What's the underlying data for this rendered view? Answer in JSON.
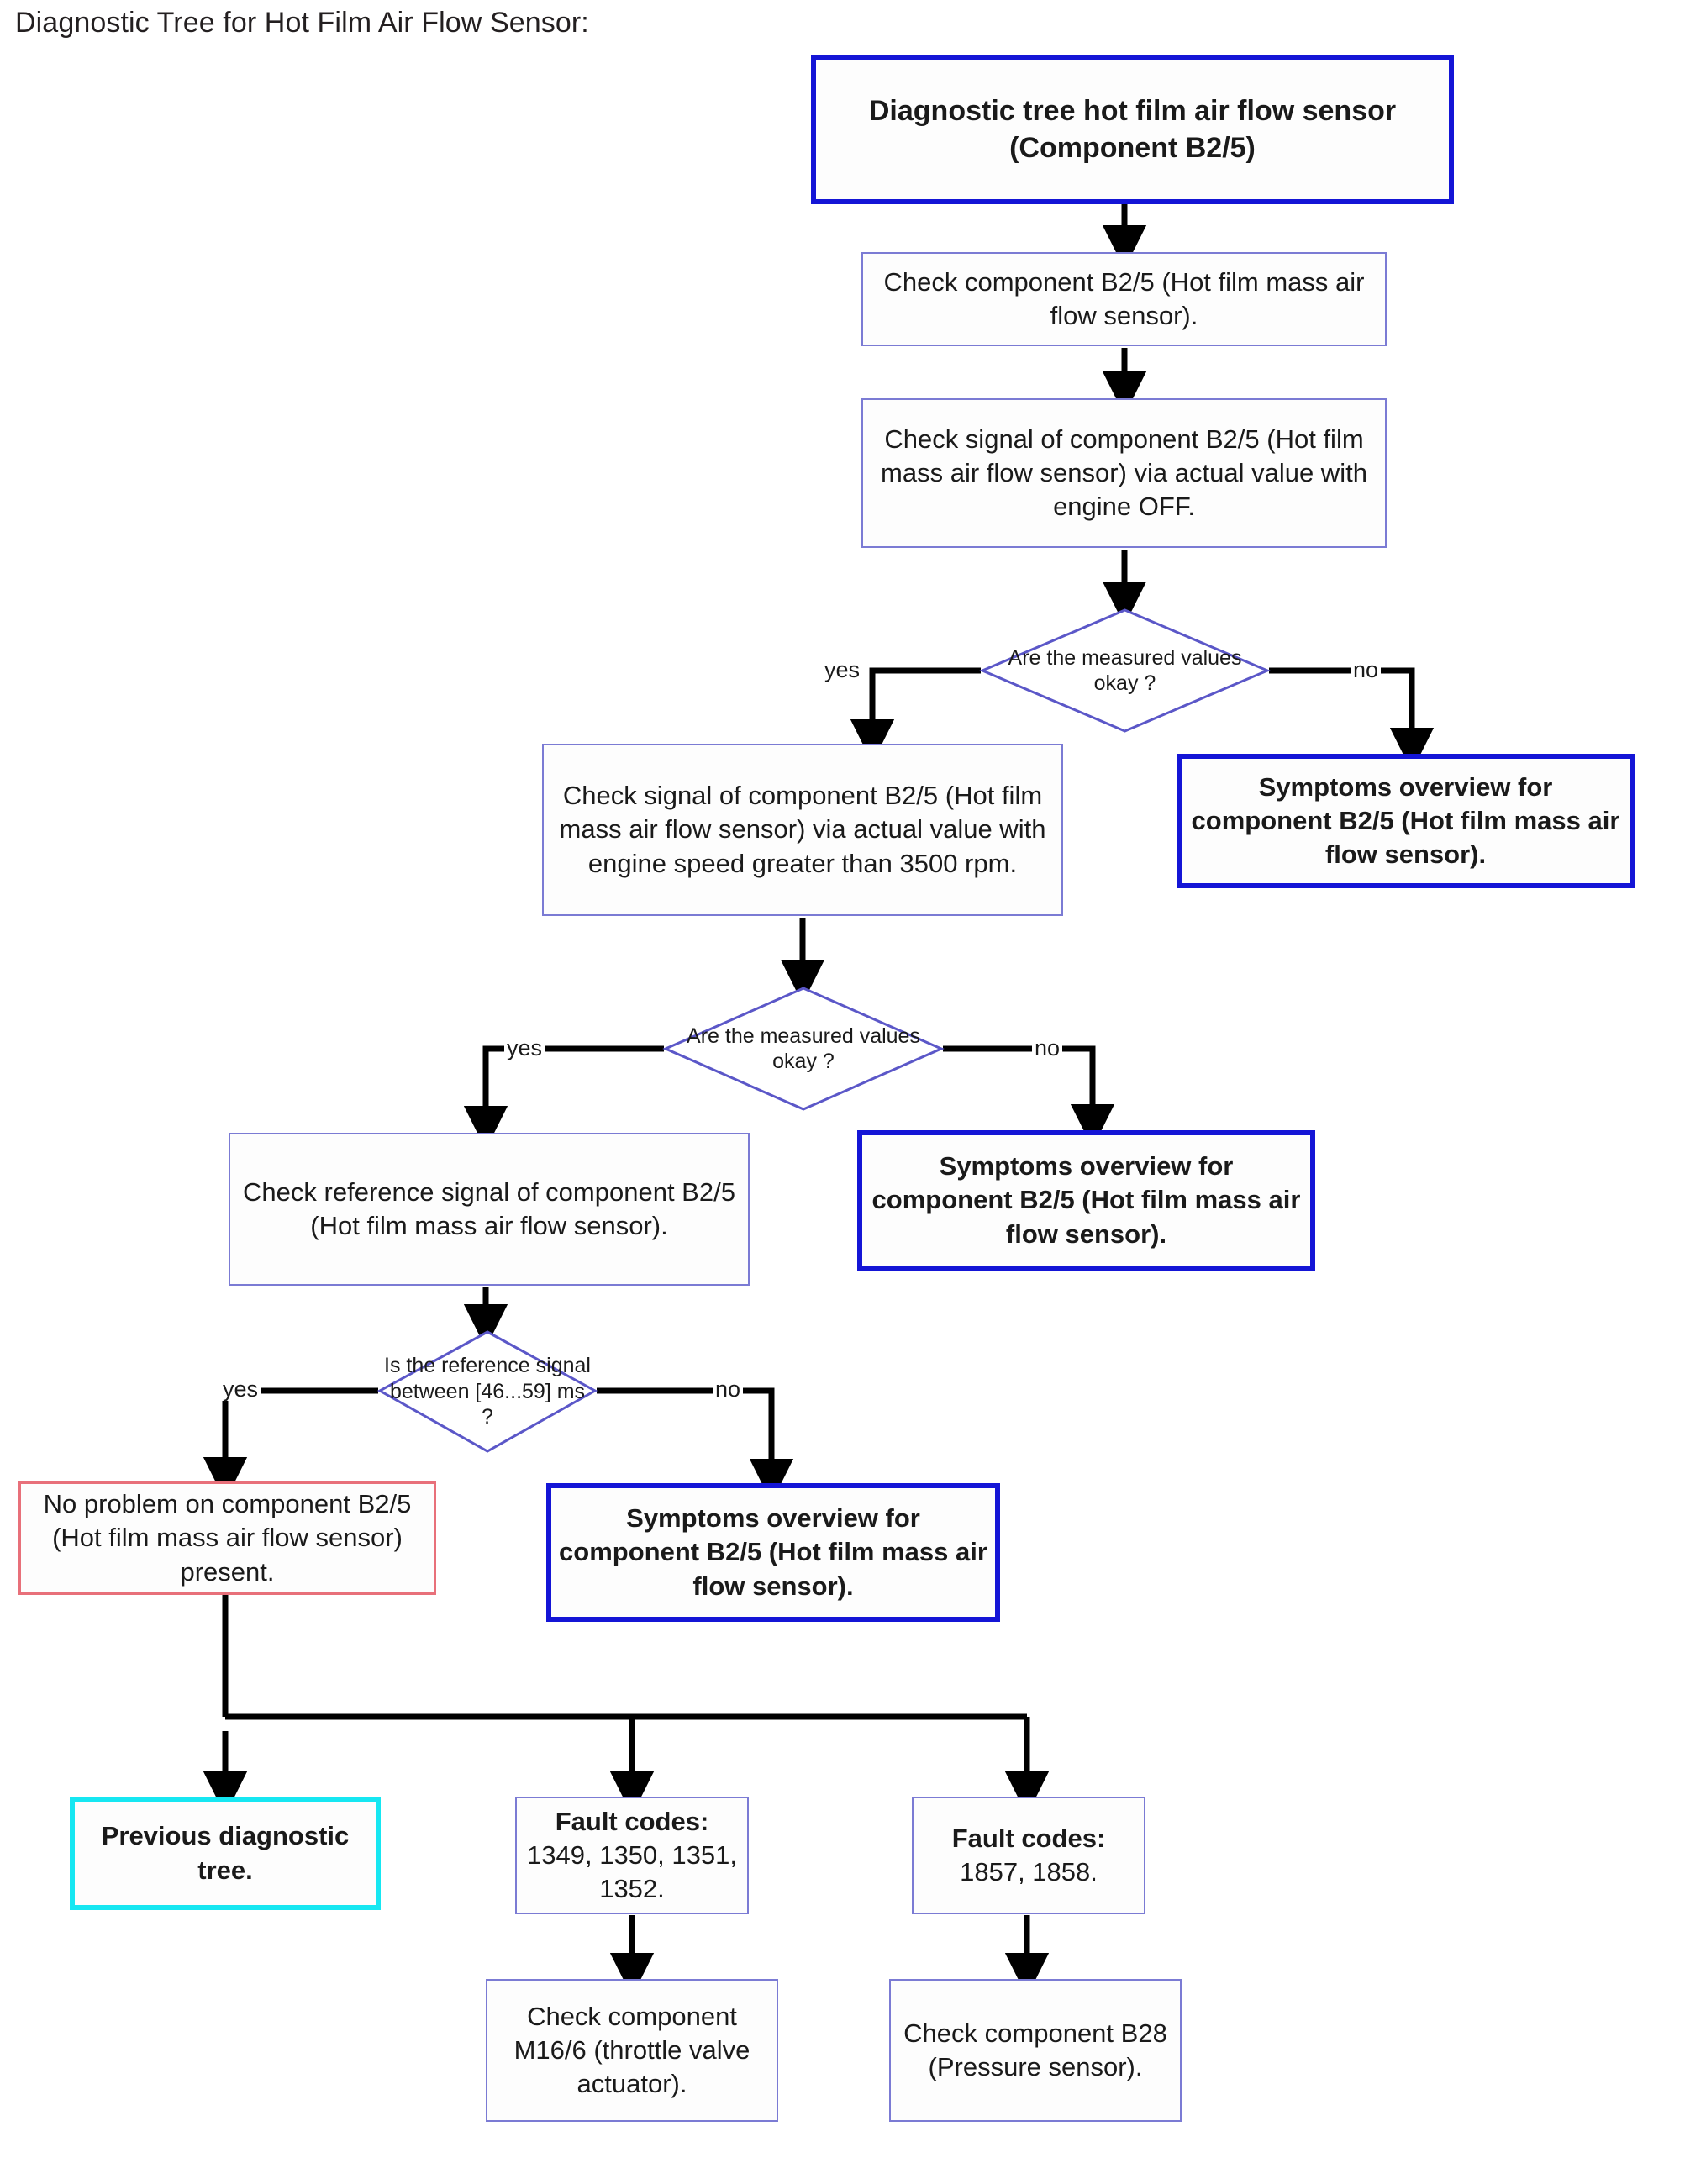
{
  "page": {
    "title": "Diagnostic Tree for Hot Film Air Flow Sensor:",
    "background": "#ffffff"
  },
  "palette": {
    "process_border": "#7b7bd4",
    "terminal_border": "#1415d6",
    "ok_border": "#e8707a",
    "cyan_border": "#16e7f2",
    "connector": "#000000",
    "text": "#1a1a1a"
  },
  "nodes": {
    "root": {
      "label": "Diagnostic tree hot film air flow sensor (Component B2/5)",
      "shape": "rectangle",
      "style": "root"
    },
    "check_component": {
      "label": "Check component B2/5 (Hot film mass air flow sensor).",
      "shape": "rectangle",
      "style": "process"
    },
    "check_signal_off": {
      "label": "Check signal of component B2/5 (Hot film mass air flow sensor) via actual value with engine OFF.",
      "shape": "rectangle",
      "style": "process"
    },
    "decision_1": {
      "label": "Are the measured values okay ?",
      "shape": "diamond",
      "yes_label": "yes",
      "no_label": "no"
    },
    "check_signal_rpm": {
      "label": "Check signal of component B2/5 (Hot film mass air flow sensor) via actual value with engine speed greater than 3500 rpm.",
      "shape": "rectangle",
      "style": "process"
    },
    "symptoms_1": {
      "label": "Symptoms overview for component B2/5 (Hot film mass air flow sensor).",
      "shape": "rectangle",
      "style": "terminal"
    },
    "decision_2": {
      "label": "Are the measured values okay ?",
      "shape": "diamond",
      "yes_label": "yes",
      "no_label": "no"
    },
    "check_reference": {
      "label": "Check reference signal of component B2/5 (Hot film mass air flow sensor).",
      "shape": "rectangle",
      "style": "process"
    },
    "symptoms_2": {
      "label": "Symptoms overview for component B2/5 (Hot film mass air flow sensor).",
      "shape": "rectangle",
      "style": "terminal"
    },
    "decision_3": {
      "label": "Is the reference signal between [46...59] ms ?",
      "shape": "diamond",
      "yes_label": "yes",
      "no_label": "no"
    },
    "no_problem": {
      "label": "No problem on component B2/5 (Hot film mass air flow sensor) present.",
      "shape": "rectangle",
      "style": "ok"
    },
    "symptoms_3": {
      "label": "Symptoms overview for component B2/5 (Hot film mass air flow sensor).",
      "shape": "rectangle",
      "style": "terminal"
    },
    "previous_tree": {
      "label": "Previous diagnostic tree.",
      "shape": "rectangle",
      "style": "cyan"
    },
    "fault_codes_1": {
      "heading": "Fault codes:",
      "codes": "1349, 1350, 1351, 1352.",
      "shape": "rectangle",
      "style": "fault"
    },
    "fault_codes_2": {
      "heading": "Fault codes:",
      "codes": "1857, 1858.",
      "shape": "rectangle",
      "style": "fault"
    },
    "check_m16": {
      "label": "Check component M16/6 (throttle valve actuator).",
      "shape": "rectangle",
      "style": "process"
    },
    "check_b28": {
      "label": "Check component B28 (Pressure sensor).",
      "shape": "rectangle",
      "style": "process"
    }
  },
  "edge_labels": {
    "d1_yes": "yes",
    "d1_no": "no",
    "d2_yes": "yes",
    "d2_no": "no",
    "d3_yes": "yes",
    "d3_no": "no"
  }
}
